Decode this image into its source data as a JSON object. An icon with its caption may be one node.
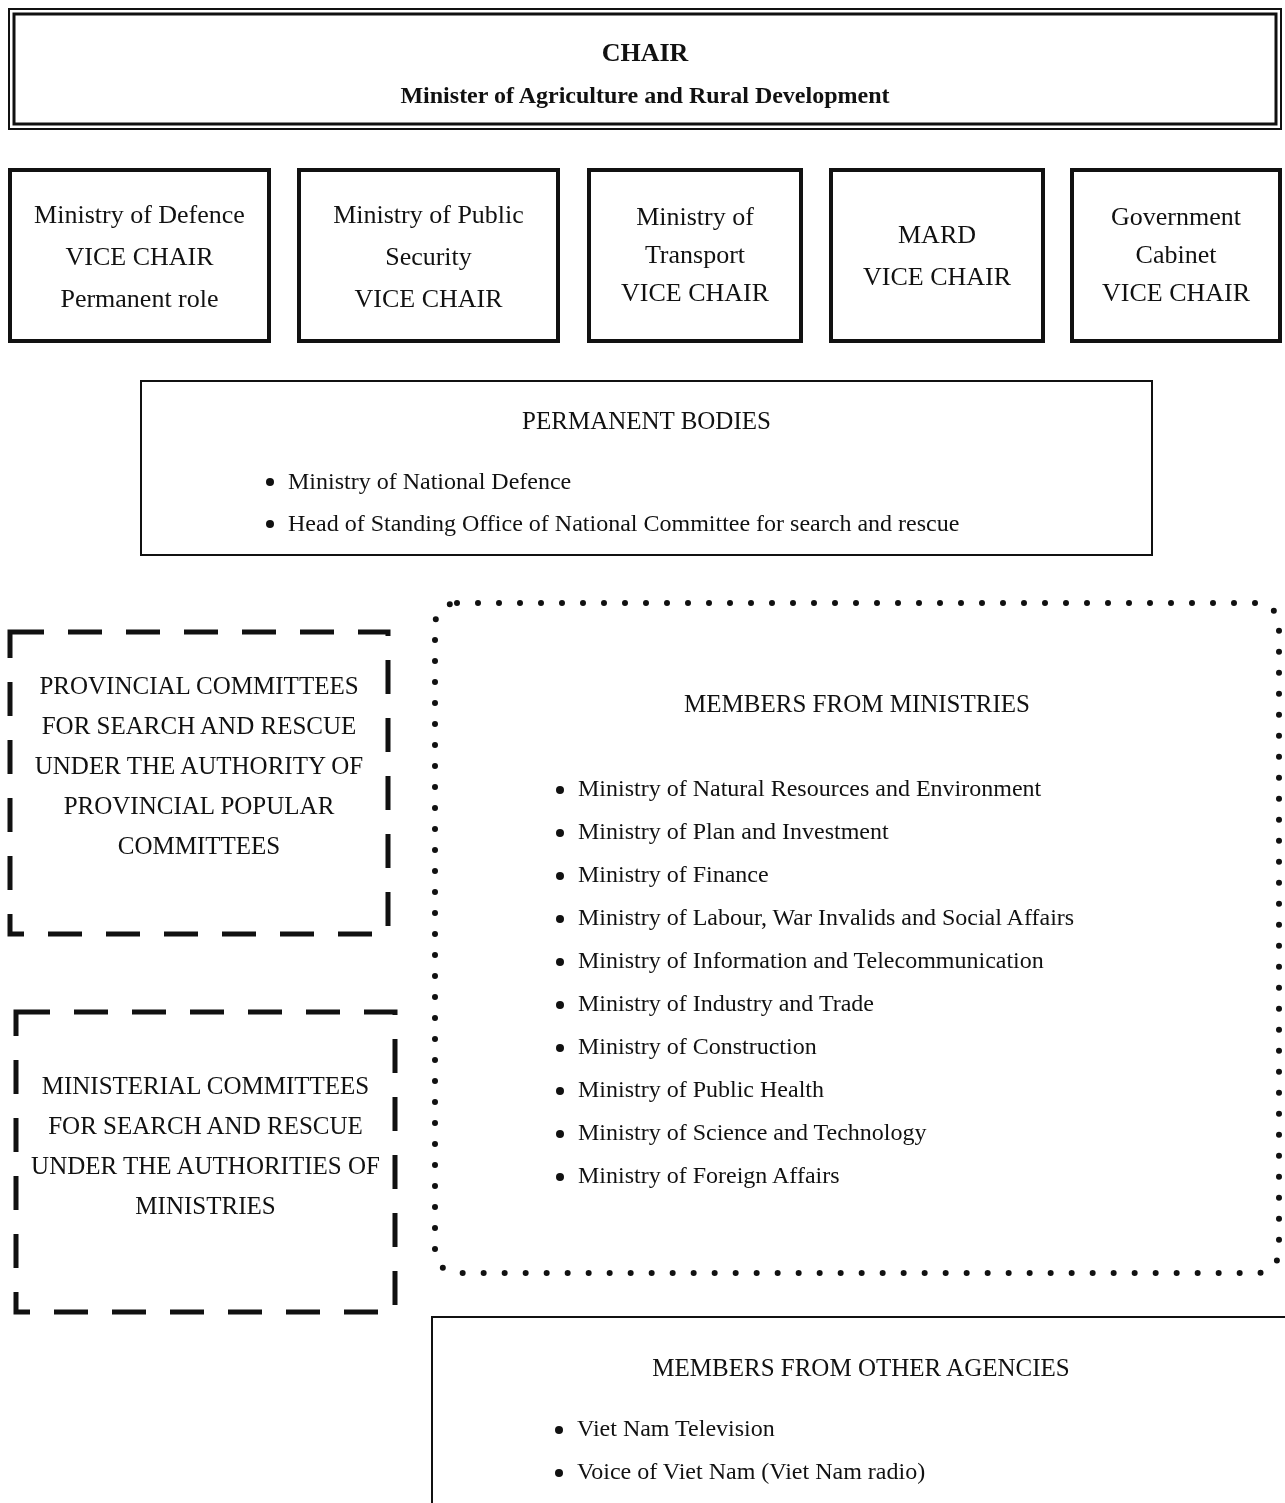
{
  "diagram": {
    "nodes": [
      {
        "text": [
          "CHAIR",
          "Minister of Agriculture and Rural Development"
        ]
      },
      {
        "text": [
          "Ministry of Defence",
          "VICE CHAIR",
          "Permanent role"
        ]
      },
      {
        "text": [
          "Ministry of Public Security",
          "VICE CHAIR"
        ]
      },
      {
        "text": [
          "Ministry of Transport",
          "VICE CHAIR"
        ]
      },
      {
        "text": [
          "MARD",
          "VICE CHAIR"
        ]
      },
      {
        "text": [
          "Government Cabinet",
          "VICE CHAIR"
        ]
      },
      {
        "text": [
          "PERMANENT BODIES",
          "Ministry of National Defence",
          "Head of Standing Office of National Committee for search and rescue"
        ]
      },
      {
        "text": [
          "PROVINCIAL COMMITTEES FOR SEARCH AND RESCUE UNDER THE AUTHORITY OF PROVINCIAL POPULAR COMMITTEES"
        ]
      },
      {
        "text": [
          "MINISTERIAL COMMITTEES FOR SEARCH AND RESCUE UNDER THE AUTHORITIES OF MINISTRIES"
        ]
      },
      {
        "text": [
          "MEMBERS FROM MINISTRIES",
          "Ministry of Natural Resources and Environment",
          "Ministry of Plan and Investment",
          "Ministry of Finance",
          "Ministry of Labour, War Invalids and Social Affairs",
          "Ministry of Information and Telecommunication",
          "Ministry of Industry and Trade",
          "Ministry of Construction",
          "Ministry of Public Health",
          "Ministry of Science and Technology",
          "Ministry of Foreign Affairs"
        ]
      },
      {
        "text": [
          "MEMBERS FROM OTHER AGENCIES",
          "Viet Nam Television",
          "Voice of Viet Nam (Viet Nam radio)"
        ]
      }
    ]
  }
}
